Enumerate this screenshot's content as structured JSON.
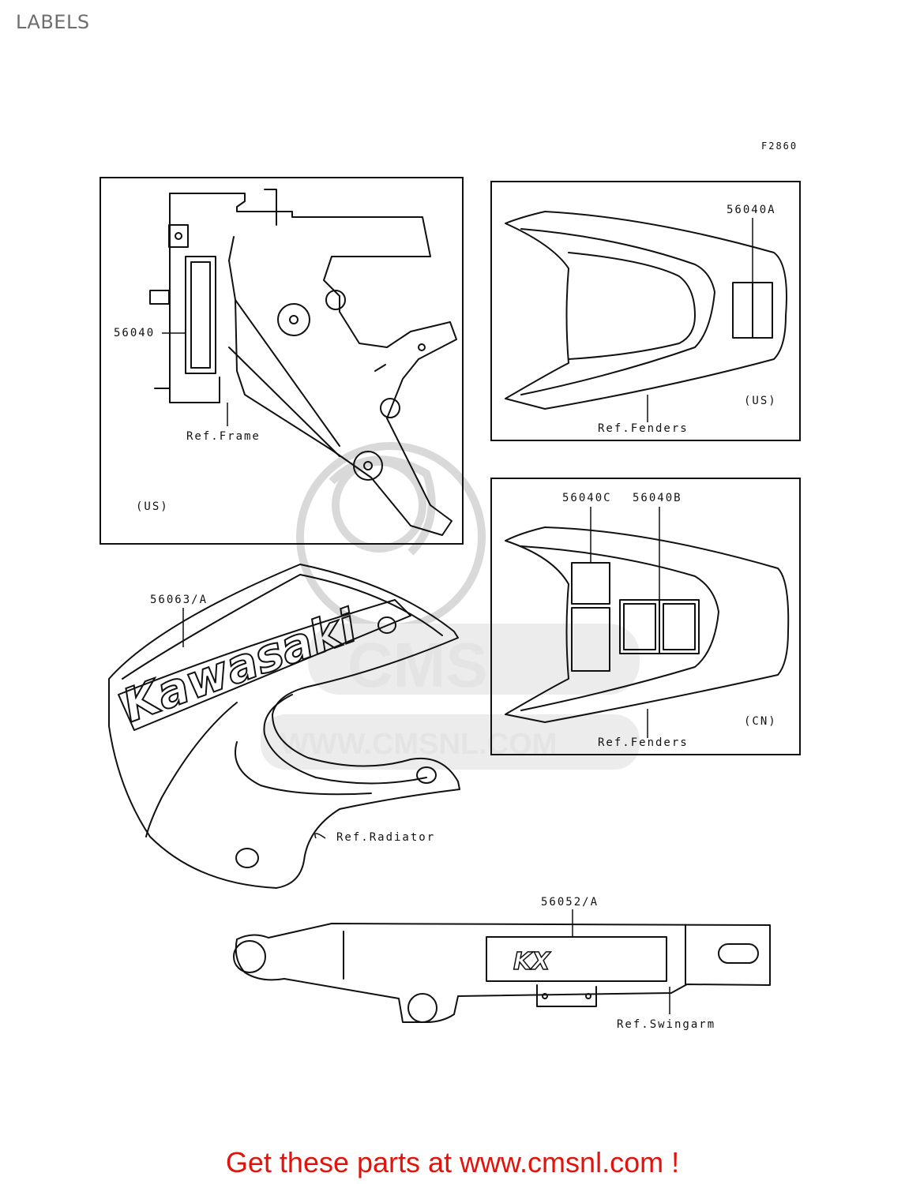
{
  "page": {
    "title": "LABELS",
    "figure_code": "F2860"
  },
  "watermark": {
    "logo_text": "CMS",
    "url_text": "WWW.CMSNL.COM"
  },
  "panels": {
    "frame": {
      "part_number": "56040",
      "reference": "Ref.Frame",
      "market": "(US)"
    },
    "rear_fender_us": {
      "part_number": "56040A",
      "reference": "Ref.Fenders",
      "market": "(US)"
    },
    "rear_fender_cn": {
      "part_number_c": "56040C",
      "part_number_b": "56040B",
      "reference": "Ref.Fenders",
      "market": "(CN)"
    },
    "radiator_shroud": {
      "part_number": "56063/A",
      "reference": "Ref.Radiator",
      "decal_text": "Kawasaki"
    },
    "swingarm": {
      "part_number": "56052/A",
      "reference": "Ref.Swingarm",
      "decal_text": "KX"
    }
  },
  "footer": {
    "call_to_action": "Get these parts at www.cmsnl.com !"
  }
}
